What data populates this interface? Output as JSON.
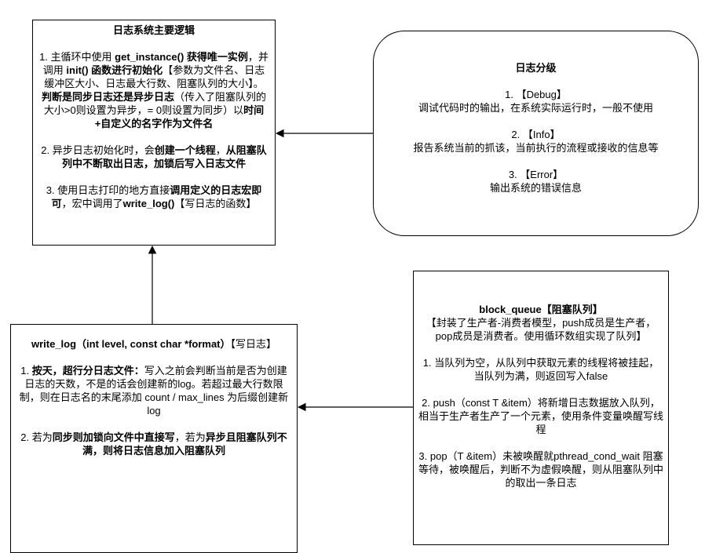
{
  "main_box": {
    "title": "日志系统主要逻辑",
    "p1": {
      "t1": "1. 主循环中使用 ",
      "b1": "get_instance() 获得唯一实例",
      "t2": "，并调用 ",
      "b2": "init() 函数进行初始化",
      "t3": "【参数为文件名、日志缓冲区大小、日志最大行数、阻塞队列的大小】。",
      "b3": "判断是同步日志还是异步日志",
      "t4": "（传入了阻塞队列的大小>0则设置为异步，= 0则设置为同步）以",
      "b4": "时间+自定义的名字作为文件名"
    },
    "p2": {
      "t1": "2. 异步日志初始化时，会",
      "b1": "创建一个线程",
      "t2": "，",
      "b2": "从阻塞队列中不断取出日志，加锁后写入日志文件"
    },
    "p3": {
      "t1": "3. 使用日志打印的地方直接",
      "b1": "调用定义的日志宏即可",
      "t2": "，宏中调用了",
      "b2": "write_log()",
      "t3": "【写日志的函数】"
    }
  },
  "levels_box": {
    "title": "日志分级",
    "items": [
      {
        "head": "1. 【Debug】",
        "desc": "调试代码时的输出，在系统实际运行时，一般不使用"
      },
      {
        "head": "2. 【Info】",
        "desc": "报告系统当前的抓该，当前执行的流程或接收的信息等"
      },
      {
        "head": "3. 【Error】",
        "desc": "输出系统的错误信息"
      }
    ]
  },
  "writelog_box": {
    "title_bold": "write_log（int level, const char *format）",
    "title_rest": "【写日志】",
    "p1": {
      "t1": "1. ",
      "b1": "按天，超行分日志文件：",
      "t2": "写入之前会判断当前是否为创建日志的天数，不是的话会创建新的log。若超过最大行数限制，则在日志名的末尾添加 count / max_lines 为后缀创建新 log"
    },
    "p2": {
      "t1": "2. 若为",
      "b1": "同步则加锁向文件中直接写",
      "t2": "，若为",
      "b2": "异步且阻塞队列不满，则将日志信息加入阻塞队列"
    }
  },
  "queue_box": {
    "title": "block_queue【阻塞队列】",
    "subtitle": "【封装了生产者-消费者模型，push成员是生产者，pop成员是消费者。使用循环数组实现了队列】",
    "p1": "1. 当队列为空，从队列中获取元素的线程将被挂起，当队列为满，则返回写入false",
    "p2": "2. push（const T &item）将新增日志数据放入队列，相当于生产者生产了一个元素，使用条件变量唤醒写线程",
    "p3": "3. pop（T &item）未被唤醒就pthread_cond_wait 阻塞等待，被唤醒后，判断不为虚假唤醒，则从阻塞队列中的取出一条日志"
  },
  "colors": {
    "stroke": "#000000",
    "fill": "#ffffff"
  }
}
